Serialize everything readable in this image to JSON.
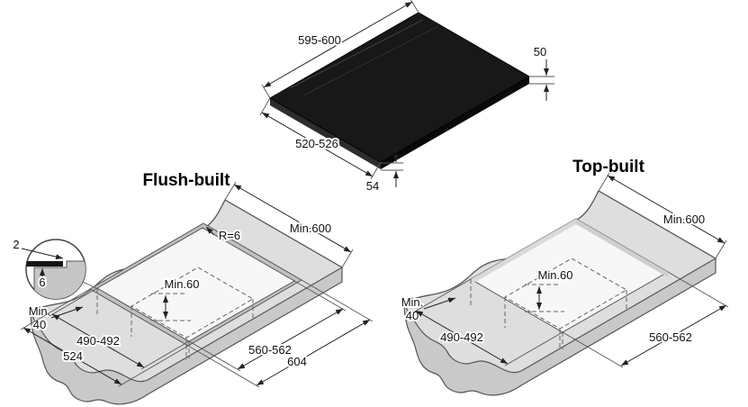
{
  "cooktop": {
    "width_label": "595-600",
    "thickness_label": "50",
    "depth_label": "520-526",
    "front_thickness_label": "54"
  },
  "flush": {
    "title": "Flush-built",
    "radius": "R=6",
    "min_depth": "Min.600",
    "min_clearance": "Min.60",
    "min_edge_line1": "Min.",
    "min_edge_line2": "40",
    "cutout_width": "490-492",
    "recess_width": "524",
    "cutout_length": "560-562",
    "recess_length": "604",
    "detail": {
      "gap": "2",
      "depth": "6"
    }
  },
  "topbuilt": {
    "title": "Top-built",
    "min_depth": "Min.600",
    "min_clearance": "Min.60",
    "min_edge_line1": "Min.",
    "min_edge_line2": "40",
    "cutout_width": "490-492",
    "cutout_length": "560-562"
  },
  "colors": {
    "worktop_surface": "#dedede",
    "worktop_cut_face": "#c9c9c9",
    "cooktop_glass": "#181818",
    "dimension_lines": "#222222",
    "background": "#ffffff"
  }
}
